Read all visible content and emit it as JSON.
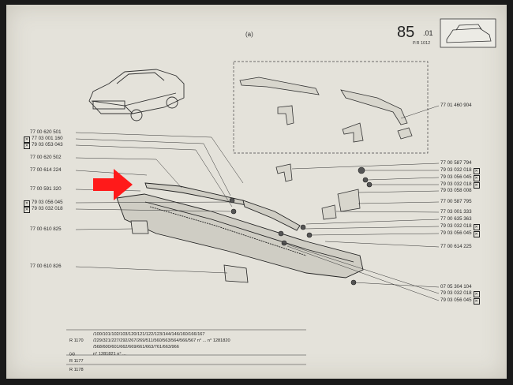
{
  "header": {
    "page_number": "85",
    "page_sub": ".01",
    "page_ref": "P.R 1012",
    "section_label": "(a)"
  },
  "parts_right": [
    {
      "code": "77 01 460 904",
      "marker": false
    },
    {
      "code": "77 00 587 794",
      "marker": false
    },
    {
      "code": "79 03 032 018",
      "marker": true
    },
    {
      "code": "79 03 056 045",
      "marker": true
    },
    {
      "code": "79 03 032 018",
      "marker": true
    },
    {
      "code": "79 03 058 008",
      "marker": false
    },
    {
      "code": "77 00 587 795",
      "marker": false
    },
    {
      "code": "77 03 001 333",
      "marker": false
    },
    {
      "code": "77 00 635 363",
      "marker": false
    },
    {
      "code": "79 03 032 018",
      "marker": true
    },
    {
      "code": "79 03 056 045",
      "marker": true
    },
    {
      "code": "77 00 614 225",
      "marker": false
    },
    {
      "code": "07 05 304 104",
      "marker": false
    },
    {
      "code": "79 03 032 018",
      "marker": true
    },
    {
      "code": "79 03 056 045",
      "marker": true
    }
  ],
  "parts_left": [
    {
      "code": "77 00 620 501",
      "marker": false
    },
    {
      "code": "77 03 001 160",
      "marker": true
    },
    {
      "code": "79 03 053 043",
      "marker": true
    },
    {
      "code": "77 00 620 502",
      "marker": false
    },
    {
      "code": "77 00 614 224",
      "marker": false
    },
    {
      "code": "77 00 591 320",
      "marker": false
    },
    {
      "code": "79 03 056 045",
      "marker": true
    },
    {
      "code": "79 03 032 018",
      "marker": true
    },
    {
      "code": "77 00 610 825",
      "marker": false
    },
    {
      "code": "77 00 610 826",
      "marker": false
    }
  ],
  "table": {
    "line1": "/100/101/102/103/120/121/122/123/144/146/160/166/167",
    "model1": "R 1170",
    "line2": "/229/321/227/292/267/269/511/560/563/564/566/567",
    "line2_suffix": "n° ... n° 1281820",
    "line3": "/568/600/601/662/669/661/663/761/663/966",
    "line4": "n° 1281821 n° ...",
    "marker_a": "(a)",
    "model2": "R 1177",
    "model3": "R 1178"
  },
  "annotation": {
    "arrow_color": "#ff1a1a"
  }
}
